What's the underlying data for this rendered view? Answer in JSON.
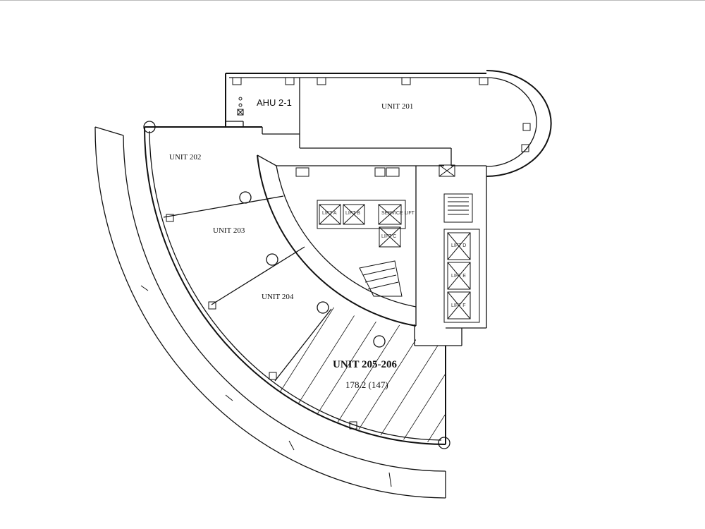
{
  "title": "Floor plan - Level 2",
  "rooms": {
    "ahu": "AHU 2-1",
    "u201": "UNIT 201",
    "u202": "UNIT 202",
    "u203": "UNIT 203",
    "u204": "UNIT 204",
    "u205": "UNIT 205-206",
    "u205_area": "178.2 (147)"
  },
  "lifts": {
    "a": "LIFT A",
    "b": "LIFT B",
    "service": "SERVICE LIFT",
    "c": "LIFT C",
    "d": "LIFT D",
    "e": "LIFT E",
    "f": "LIFT F"
  },
  "colors": {
    "line": "#111111",
    "highlight_hatch": "#222222"
  }
}
